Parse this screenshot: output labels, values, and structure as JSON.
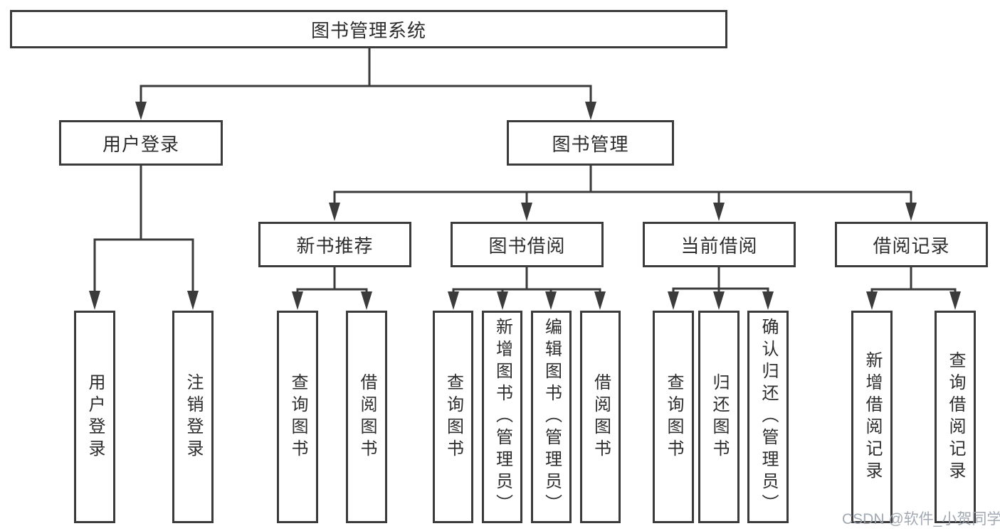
{
  "tree": {
    "root": "图书管理系统",
    "branches": [
      {
        "label": "用户登录",
        "children": [
          "用户登录",
          "注销登录"
        ]
      },
      {
        "label": "图书管理",
        "children": [
          {
            "label": "新书推荐",
            "children": [
              "查询图书",
              "借阅图书"
            ]
          },
          {
            "label": "图书借阅",
            "children": [
              "查询图书",
              "新增图书（管理员）",
              "编辑图书（管理员）",
              "借阅图书"
            ]
          },
          {
            "label": "当前借阅",
            "children": [
              "查询图书",
              "归还图书",
              "确认归还（管理员）"
            ]
          },
          {
            "label": "借阅记录",
            "children": [
              "新增借阅记录",
              "查询借阅记录"
            ]
          }
        ]
      }
    ]
  },
  "watermark": "CSDN @软件_小贺同学",
  "colors": {
    "line": "#3b3b3b",
    "text": "#2d2d2d",
    "watermark": "#9aa2ac",
    "bg": "#ffffff"
  }
}
